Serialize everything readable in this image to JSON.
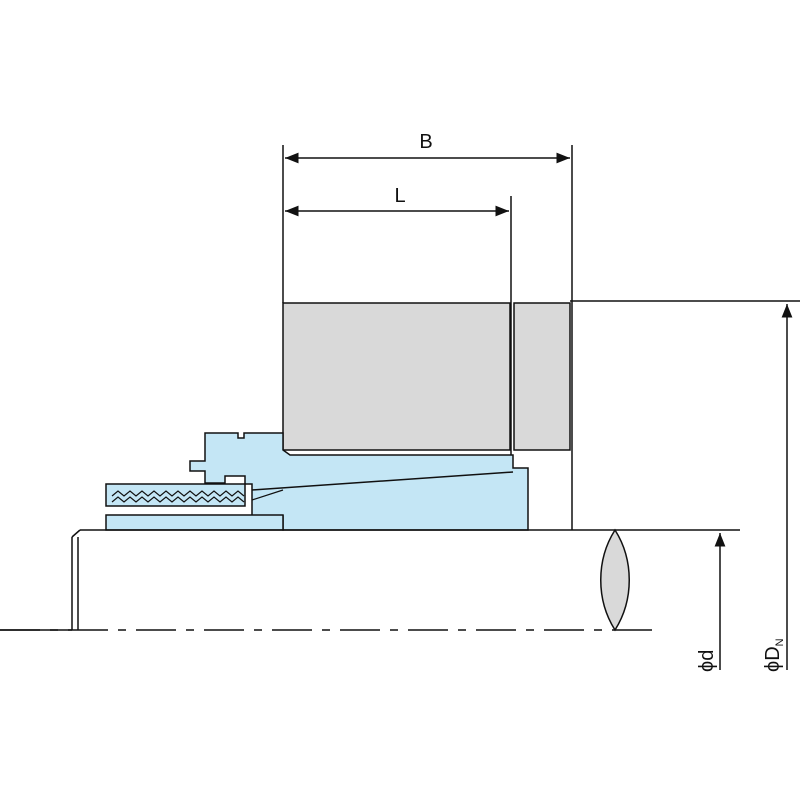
{
  "dimensions": {
    "overall_width_label": "B",
    "inner_length_label": "L",
    "shaft_diameter_label": "ϕd",
    "outer_diameter_label": "ϕD",
    "outer_diameter_subscript": "N"
  },
  "colors": {
    "line": "#111111",
    "housing_fill": "#d9d9d9",
    "seal_fill": "#c4e6f5",
    "background": "#ffffff"
  }
}
